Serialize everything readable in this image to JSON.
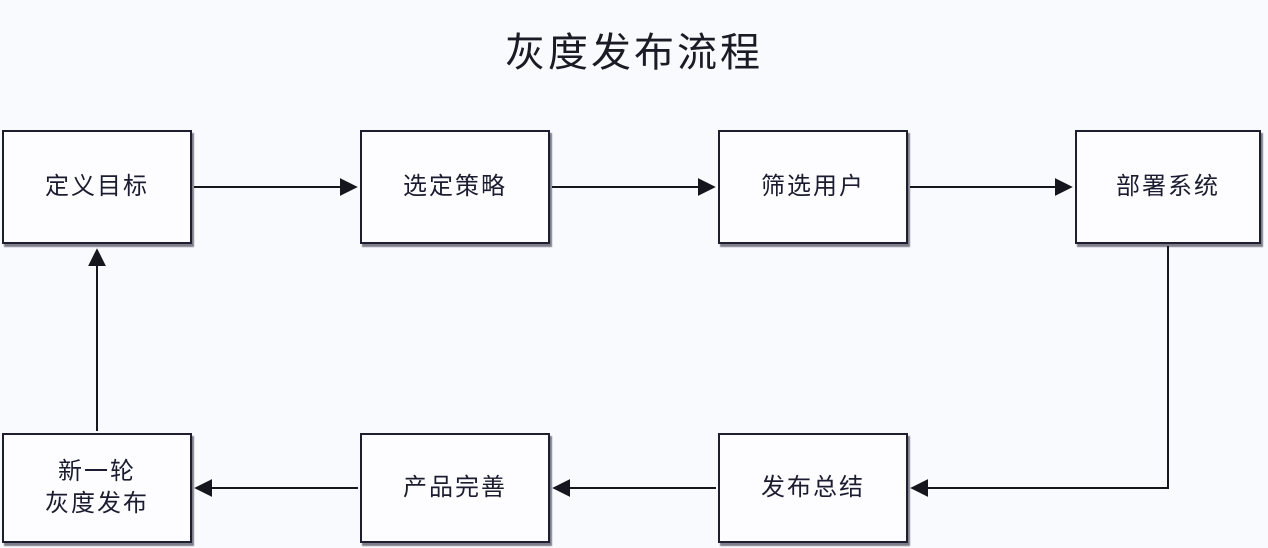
{
  "title": "灰度发布流程",
  "colors": {
    "background": "#f9fafd",
    "node_fill": "#fdfdff",
    "node_border": "#1e1e30",
    "text": "#1c1c30",
    "arrow": "#16161f"
  },
  "nodes": [
    {
      "id": "define-goals",
      "label": "定义目标"
    },
    {
      "id": "select-strategy",
      "label": "选定策略"
    },
    {
      "id": "filter-users",
      "label": "筛选用户"
    },
    {
      "id": "deploy-system",
      "label": "部署系统"
    },
    {
      "id": "release-summary",
      "label": "发布总结"
    },
    {
      "id": "product-improvement",
      "label": "产品完善"
    },
    {
      "id": "new-round-release",
      "label": "新一轮\n灰度发布"
    }
  ],
  "edges": [
    {
      "from": "define-goals",
      "to": "select-strategy"
    },
    {
      "from": "select-strategy",
      "to": "filter-users"
    },
    {
      "from": "filter-users",
      "to": "deploy-system"
    },
    {
      "from": "deploy-system",
      "to": "release-summary"
    },
    {
      "from": "release-summary",
      "to": "product-improvement"
    },
    {
      "from": "product-improvement",
      "to": "new-round-release"
    },
    {
      "from": "new-round-release",
      "to": "define-goals"
    }
  ]
}
